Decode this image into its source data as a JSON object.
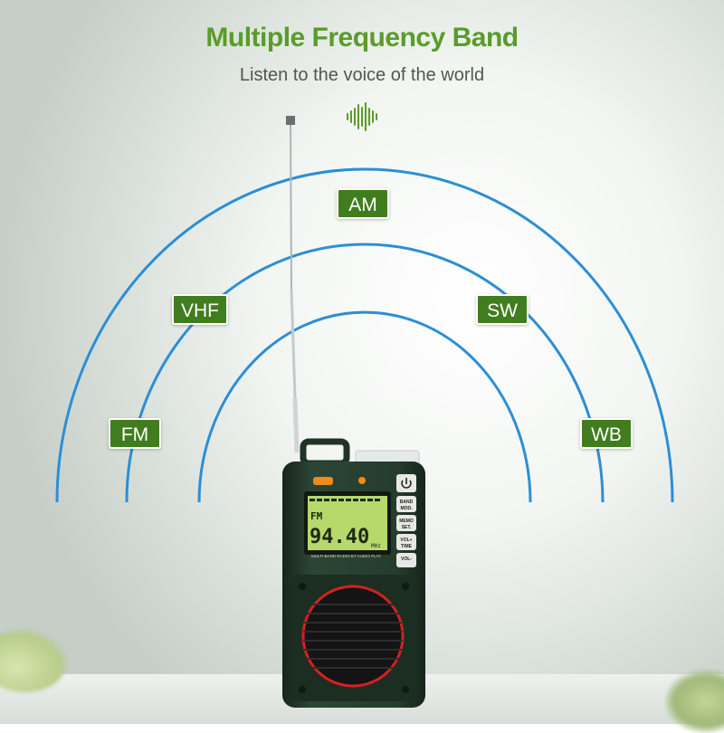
{
  "header": {
    "title": "Multiple Frequency Band",
    "subtitle": "Listen to the voice of the world"
  },
  "bands": {
    "am": "AM",
    "vhf": "VHF",
    "sw": "SW",
    "fm": "FM",
    "wb": "WB"
  },
  "radio": {
    "display": {
      "mode": "FM",
      "frequency": "94.40",
      "unit": "MHz"
    },
    "buttons": {
      "band_mod": "BAND\nMOD.",
      "memo_set": "MEMO\nSET.",
      "vol_plus": "VOL+\nTIME",
      "vol_minus": "VOL-"
    },
    "caption": "MULTI-BAND RADIO BT AUDIO PLAY"
  },
  "colors": {
    "band_label_bg": "#3f7d1e",
    "title": "#5a9c2a",
    "arc": "#2c8fd6",
    "radio_body": "#23392a",
    "lcd": "#b7d86b",
    "speaker_ring": "#d62020"
  },
  "icons": {
    "sound_wave": "sound-wave-icon",
    "power": "power-icon",
    "speaker": "speaker-icon"
  }
}
